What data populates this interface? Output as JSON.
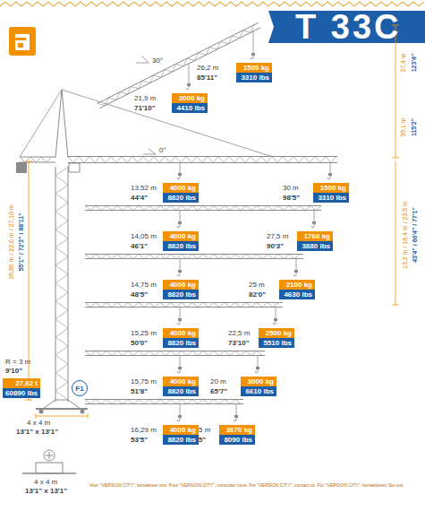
{
  "diagram": {
    "title": "T 33C",
    "nodes": [
      {
        "text": [
          "1500 kg"
        ]
      },
      {
        "text": [
          "3310 lbs"
        ]
      },
      {
        "text": [
          "2000 kg"
        ]
      },
      {
        "text": [
          "4410 lbs"
        ]
      },
      {
        "text": [
          "4000 kg"
        ]
      },
      {
        "text": [
          "8820 lbs"
        ]
      },
      {
        "text": [
          "1500 kg"
        ]
      },
      {
        "text": [
          "3310 lbs"
        ]
      },
      {
        "text": [
          "4000 kg"
        ]
      },
      {
        "text": [
          "8820 lbs"
        ]
      },
      {
        "text": [
          "1760 kg"
        ]
      },
      {
        "text": [
          "3880 lbs"
        ]
      },
      {
        "text": [
          "4000 kg"
        ]
      },
      {
        "text": [
          "8820 lbs"
        ]
      },
      {
        "text": [
          "2100 kg"
        ]
      },
      {
        "text": [
          "4630 lbs"
        ]
      },
      {
        "text": [
          "4000 kg"
        ]
      },
      {
        "text": [
          "8820 lbs"
        ]
      },
      {
        "text": [
          "2500 kg"
        ]
      },
      {
        "text": [
          "5510 lbs"
        ]
      },
      {
        "text": [
          "4000 kg"
        ]
      },
      {
        "text": [
          "8820 lbs"
        ]
      },
      {
        "text": [
          "3000 kg"
        ]
      },
      {
        "text": [
          "6610 lbs"
        ]
      },
      {
        "text": [
          "4000 kg"
        ]
      },
      {
        "text": [
          "8820 lbs"
        ]
      },
      {
        "text": [
          "3670 kg"
        ]
      },
      {
        "text": [
          "8090 lbs"
        ]
      },
      {
        "text": [
          "27,62 t"
        ]
      },
      {
        "text": [
          "60890 lbs"
        ]
      },
      {
        "text": [
          "F1"
        ]
      }
    ],
    "labels": [
      "30°",
      "26,2 m",
      "85'11\"",
      "21,9 m",
      "71'10\"",
      "37,4 m",
      "123'4\"",
      "35,1 m",
      "115'2\"",
      "16,80 m / 22,0 m / 27,10 m",
      "55'1\" / 72'2\" / 88'11\"",
      "0°",
      "13,2 m / 18,4 m / 23,5 m",
      "43'4\" / 60'4\" / 77'1\"",
      "13,52 m",
      "44'4\"",
      "30 m",
      "98'5\"",
      "14,05 m",
      "46'1\"",
      "27,5 m",
      "90'3\"",
      "14,75 m",
      "48'5\"",
      "25 m",
      "82'0\"",
      "15,25 m",
      "50'0\"",
      "22,5 m",
      "73'10\"",
      "15,75 m",
      "51'8\"",
      "20 m",
      "65'7\"",
      "16,29 m",
      "53'5\"",
      "17,5 m",
      "57'5\"",
      "R = 3 m",
      "9'10\"",
      "4 x 4 m",
      "13'1\" x 13'1\"",
      "4 x 4 m",
      "13'1\" x 13'1\"",
      "Voor \"VERSION CITY\", kontakteer ons. Pour \"VERSION CITY\", consultez nous. For \"VERSION CITY\", contact us. Für \"VERSION CITY\", kontaktieren Sie uns."
    ]
  }
}
